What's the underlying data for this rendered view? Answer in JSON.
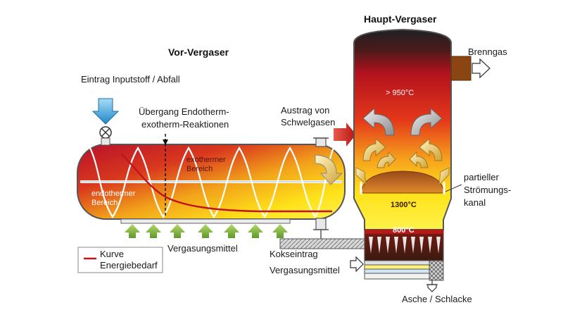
{
  "titles": {
    "pre_gasifier": "Vor-Vergaser",
    "main_gasifier": "Haupt-Vergaser"
  },
  "labels": {
    "input_feed": "Eintrag Inputstoff / Abfall",
    "transition_line1": "Übergang Endotherm-",
    "transition_line2": "exotherm-Reaktionen",
    "exhaust_line1": "Austrag von",
    "exhaust_line2": "Schwelgasen",
    "fuel_gas": "Brenngas",
    "partial_line1": "partieller",
    "partial_line2": "Strömungs-",
    "partial_line3": "kanal",
    "gasifying_agent_pre": "Vergasungsmittel",
    "coke_feed": "Kokseintrag",
    "gasifying_agent_main": "Vergasungsmittel",
    "ash_slag": "Asche / Schlacke"
  },
  "inner_labels": {
    "exothermic_line1": "exothermer",
    "exothermic_line2": "Bereich",
    "endothermic_line1": "endothermer",
    "endothermic_line2": "Bereich"
  },
  "temperatures": {
    "top": "> 950°C",
    "middle": "1300°C",
    "bottom": "800°C"
  },
  "legend": {
    "line1": "Kurve",
    "line2": "Energiebedarf"
  },
  "colors": {
    "hot_red": "#c8102e",
    "orange": "#f28a1a",
    "yellow": "#ffe21a",
    "dark_top": "#1e2126",
    "curve": "#c0141c",
    "green_arrow": "#7fb23a",
    "blue_arrow": "#3aa6d9",
    "red_arrow": "#d22a2a",
    "brown": "#8b4513"
  }
}
